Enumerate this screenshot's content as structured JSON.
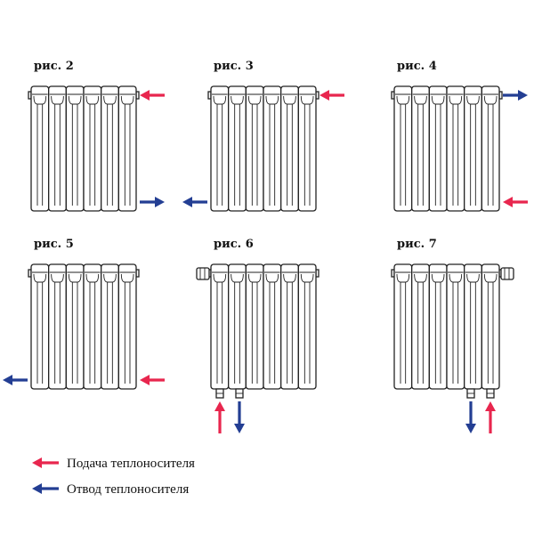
{
  "colors": {
    "supply": "#e8264e",
    "return": "#233e93",
    "outline": "#222222"
  },
  "figures": [
    {
      "label": "рис. 2",
      "variant": "standard",
      "arrows": [
        {
          "pos": "top-right",
          "dir": "in",
          "kind": "supply"
        },
        {
          "pos": "bottom-right",
          "dir": "out",
          "kind": "return"
        }
      ]
    },
    {
      "label": "рис. 3",
      "variant": "standard",
      "arrows": [
        {
          "pos": "top-right",
          "dir": "in",
          "kind": "supply"
        },
        {
          "pos": "bottom-left",
          "dir": "out",
          "kind": "return"
        }
      ]
    },
    {
      "label": "рис. 4",
      "variant": "standard",
      "arrows": [
        {
          "pos": "top-right",
          "dir": "out",
          "kind": "return"
        },
        {
          "pos": "bottom-right",
          "dir": "in",
          "kind": "supply"
        }
      ]
    },
    {
      "label": "рис. 5",
      "variant": "standard",
      "arrows": [
        {
          "pos": "bottom-right",
          "dir": "in",
          "kind": "supply"
        },
        {
          "pos": "bottom-left",
          "dir": "out",
          "kind": "return"
        }
      ]
    },
    {
      "label": "рис. 6",
      "variant": "valve-left",
      "arrows": [
        {
          "pos": "bottom-valve-a",
          "dir": "up",
          "kind": "supply"
        },
        {
          "pos": "bottom-valve-b",
          "dir": "down",
          "kind": "return"
        }
      ]
    },
    {
      "label": "рис. 7",
      "variant": "valve-right",
      "arrows": [
        {
          "pos": "bottom-valve-a",
          "dir": "down",
          "kind": "return"
        },
        {
          "pos": "bottom-valve-b",
          "dir": "up",
          "kind": "supply"
        }
      ]
    }
  ],
  "legend": [
    {
      "kind": "supply",
      "label": "Подача теплоносителя"
    },
    {
      "kind": "return",
      "label": "Отвод теплоносителя"
    }
  ]
}
